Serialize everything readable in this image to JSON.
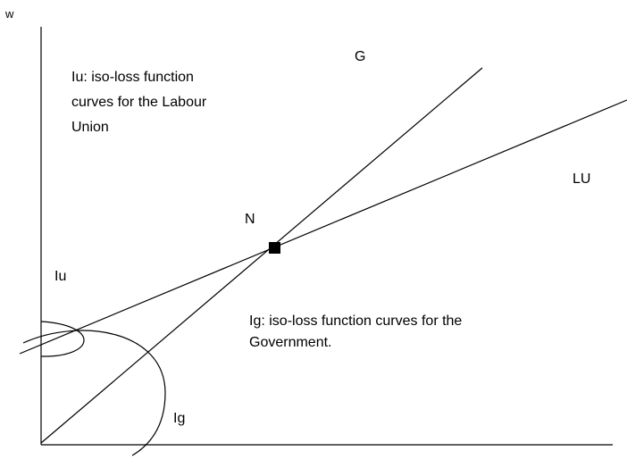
{
  "diagram": {
    "axis_y_label": "w",
    "curve_g_label": "G",
    "curve_lu_label": "LU",
    "point_n_label": "N",
    "iu_label": "Iu",
    "ig_label": "Ig",
    "iu_note": [
      "Iu: iso-loss function",
      "curves for the Labour",
      "Union"
    ],
    "ig_note": [
      "Ig: iso-loss function curves for the",
      "Government."
    ]
  }
}
